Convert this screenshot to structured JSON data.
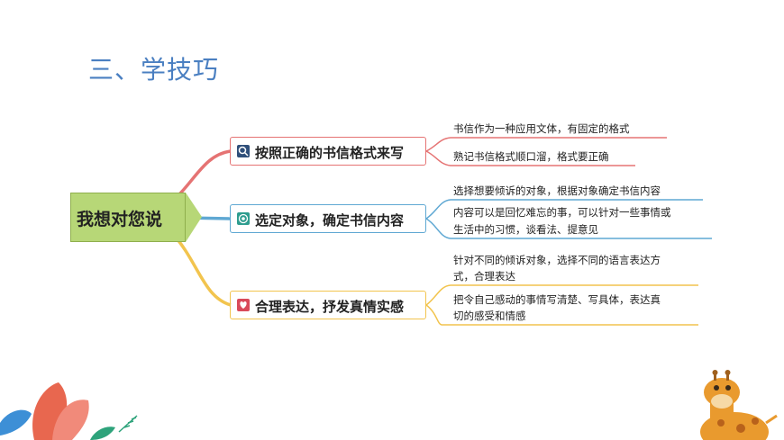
{
  "title": "三、学技巧",
  "mindmap": {
    "root": "我想对您说",
    "branches": [
      {
        "label": "按照正确的书信格式来写",
        "icon": "search-icon",
        "color": "#e57373",
        "details": [
          "书信作为一种应用文体，有固定的格式",
          "熟记书信格式顺口溜，格式要正确"
        ]
      },
      {
        "label": "选定对象，确定书信内容",
        "icon": "target-icon",
        "color": "#5fa8d3",
        "details": [
          "选择想要倾诉的对象，根据对象确定书信内容",
          "内容可以是回忆难忘的事，可以针对一些事情或",
          "生活中的习惯，谈看法、提意见"
        ]
      },
      {
        "label": "合理表达，抒发真情实感",
        "icon": "heart-icon",
        "color": "#f2c44e",
        "details": [
          "针对不同的倾诉对象，选择不同的语言表达方",
          "式，合理表达",
          "把令自己感动的事情写清楚、写具体，表达真",
          "切的感受和情感"
        ]
      }
    ]
  },
  "colors": {
    "title": "#4a7fc1",
    "root": "#b7d777",
    "leaf_decor": "#e8674f",
    "giraffe": "#e99a2e"
  }
}
